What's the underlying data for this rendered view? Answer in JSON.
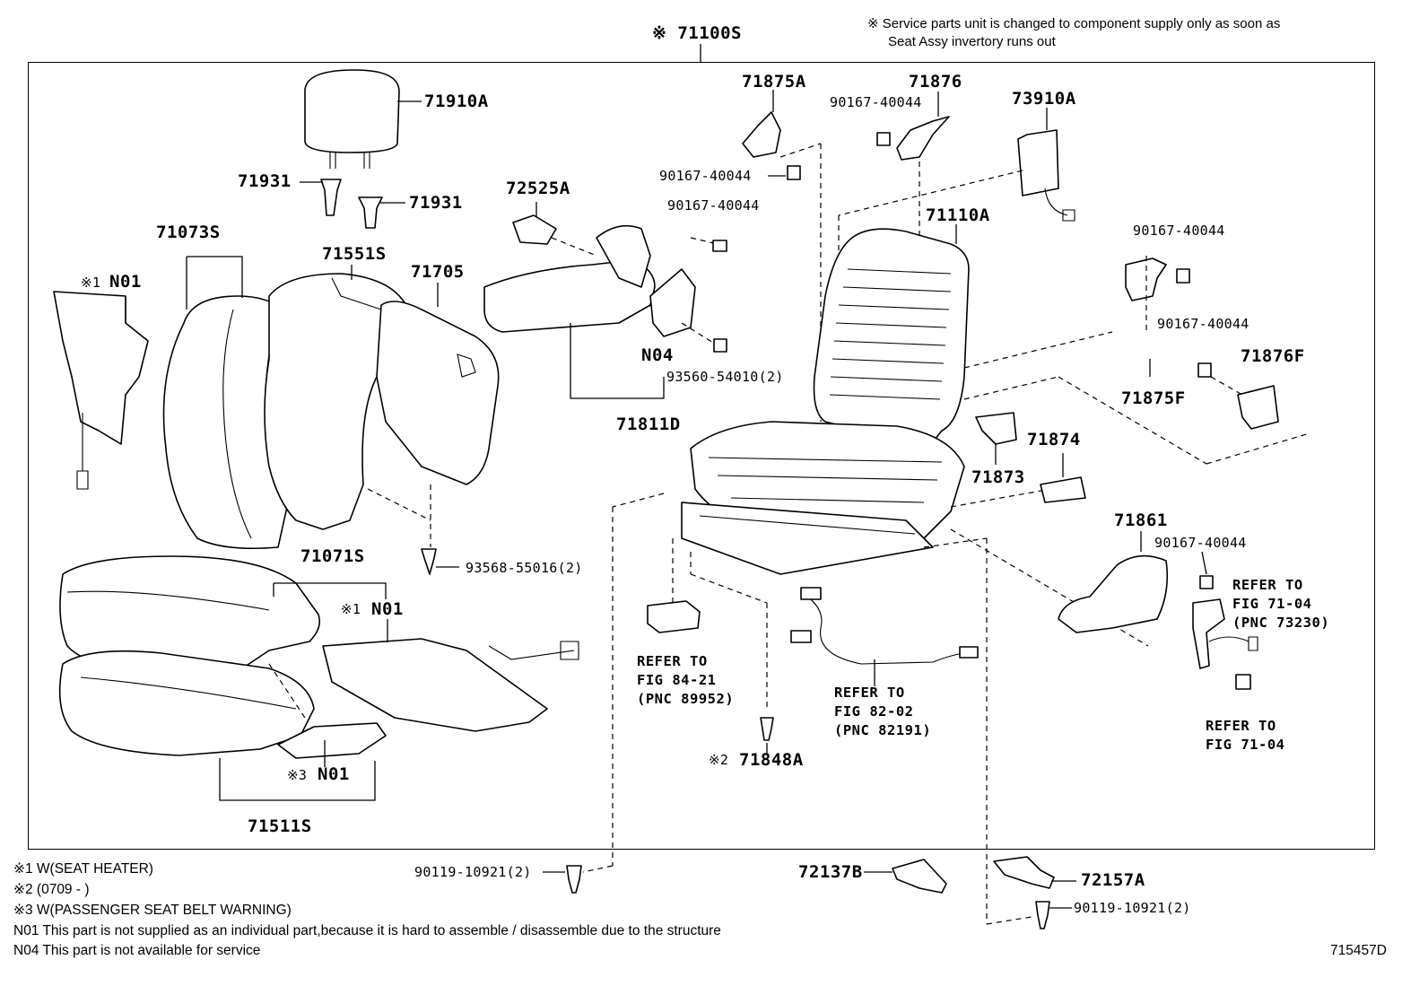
{
  "diagram": {
    "assembly": "※ 71100S",
    "top_note": [
      "※ Service parts unit is changed to component supply only as soon as",
      "Seat Assy invertory runs out"
    ],
    "parts": {
      "p71910A": "71910A",
      "p71931_left": "71931",
      "p71931_right": "71931",
      "p71073S": "71073S",
      "p71551S": "71551S",
      "p71705": "71705",
      "n01_a_mark": "※1",
      "n01_a": "N01",
      "p72525A": "72525A",
      "p71875A": "71875A",
      "p90167_a": "90167-40044",
      "p71876": "71876",
      "p90167_b": "90167-40044",
      "p73910A": "73910A",
      "p90167_c": "90167-40044",
      "p71110A": "71110A",
      "p90167_d": "90167-40044",
      "p90167_e": "90167-40044",
      "p71876F": "71876F",
      "n04": "N04",
      "p93560": "93560-54010(2)",
      "p71811D": "71811D",
      "p71875F": "71875F",
      "p71874": "71874",
      "p71873": "71873",
      "p93568": "93568-55016(2)",
      "p71071S": "71071S",
      "n01_b_mark": "※1",
      "n01_b": "N01",
      "p71861": "71861",
      "p90167_f": "90167-40044",
      "n01_c_mark": "※3",
      "n01_c": "N01",
      "p71511S": "71511S",
      "p71848A_mark": "※2",
      "p71848A": "71848A",
      "p90119_a": "90119-10921(2)",
      "p72137B": "72137B",
      "p72157A": "72157A",
      "p90119_b": "90119-10921(2)"
    },
    "references": {
      "ref_84": [
        "REFER TO",
        "FIG 84-21",
        "(PNC 89952)"
      ],
      "ref_82": [
        "REFER TO",
        "FIG 82-02",
        "(PNC 82191)"
      ],
      "ref_71a": [
        "REFER TO",
        "FIG 71-04",
        "(PNC 73230)"
      ],
      "ref_71b": [
        "REFER TO",
        "FIG 71-04"
      ]
    },
    "legend": [
      "※1 W(SEAT HEATER)",
      "※2 (0709 -         )",
      "※3 W(PASSENGER SEAT BELT WARNING)",
      "N01 This part is not supplied as an individual part,because it is hard to assemble / disassemble due to the structure",
      "N04 This part is not available for service"
    ],
    "figure_id": "715457D"
  }
}
